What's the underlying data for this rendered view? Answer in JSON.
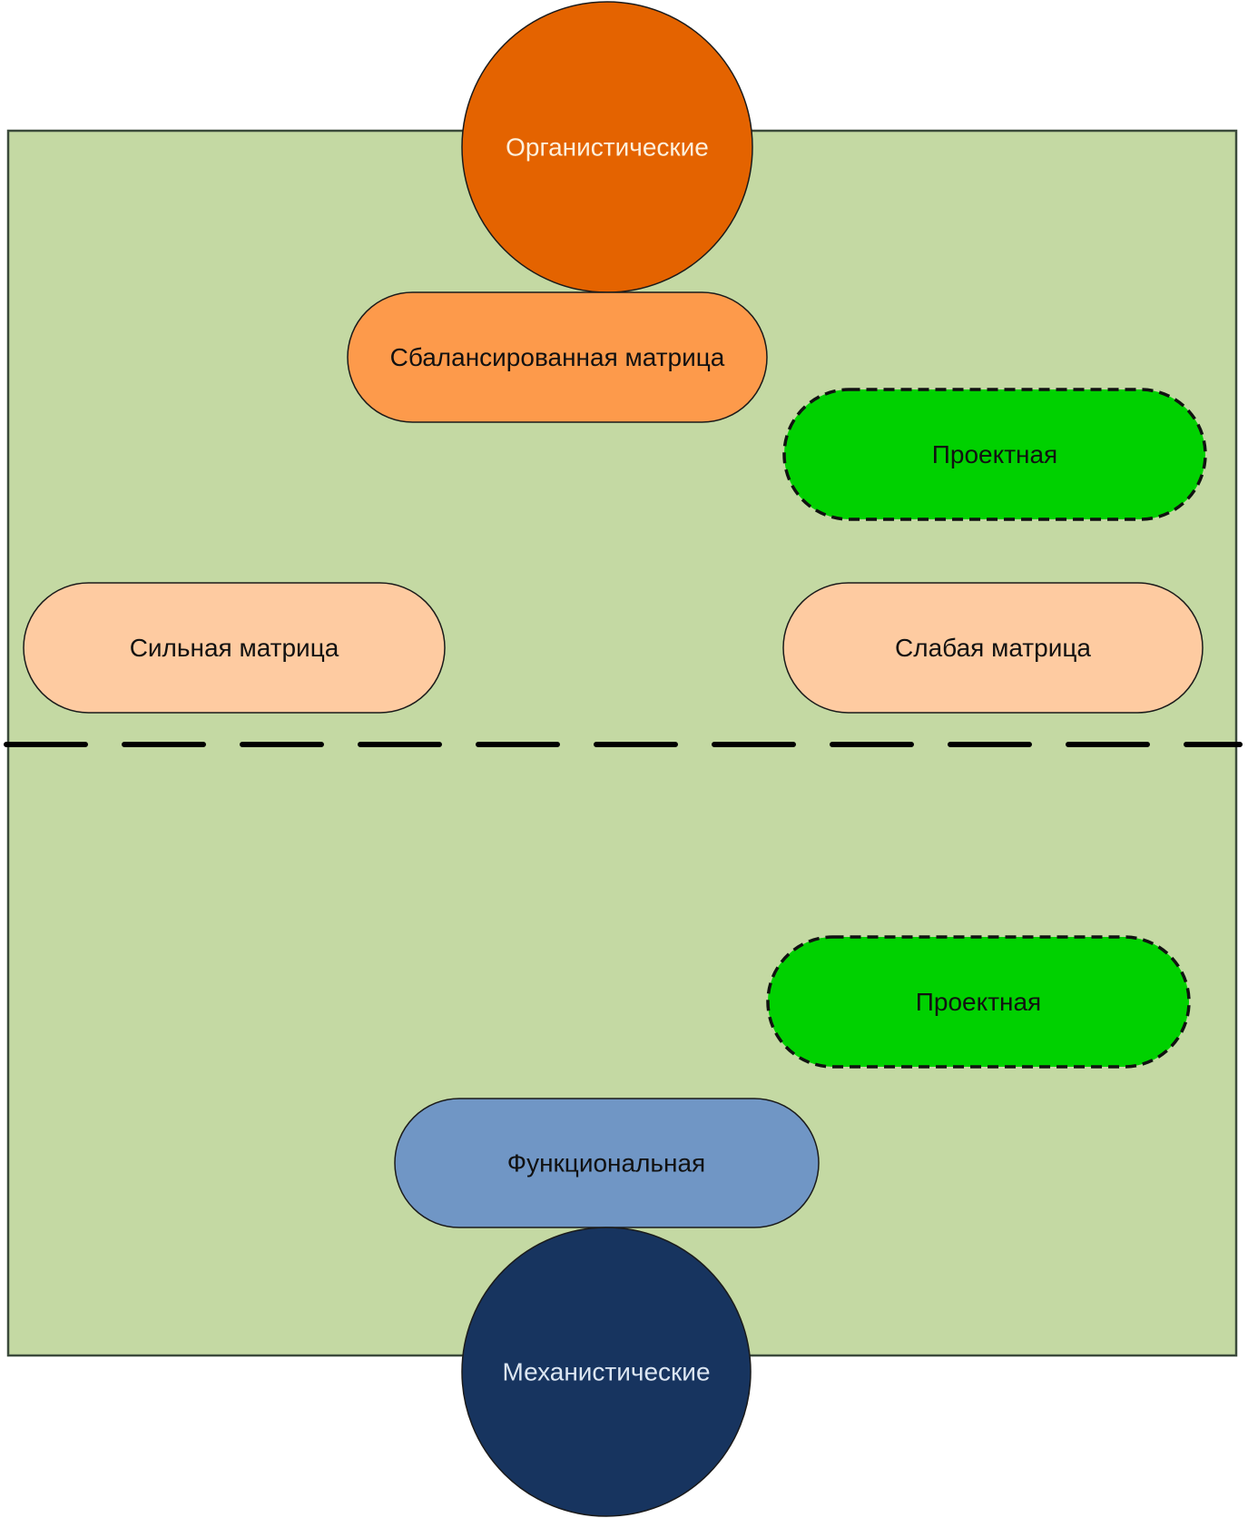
{
  "diagram": {
    "background_panel": {
      "fill": "#c4d9a3",
      "stroke": "#3b4a3b"
    },
    "divider": {
      "style": "dashed",
      "color": "#000000"
    },
    "poles": {
      "top": {
        "label": "Органистические",
        "fill": "#e46300",
        "text_color": "#fdf0dc"
      },
      "bottom": {
        "label": "Механистические",
        "fill": "#17345f",
        "text_color": "#dce6f2"
      }
    },
    "nodes": [
      {
        "id": "balanced",
        "label": "Сбалансированная матрица",
        "fill": "#fd9a4b",
        "border": "solid"
      },
      {
        "id": "project-upper",
        "label": "Проектная",
        "fill": "#00d100",
        "border": "dashed"
      },
      {
        "id": "strong",
        "label": "Сильная матрица",
        "fill": "#fecba1",
        "border": "solid"
      },
      {
        "id": "weak",
        "label": "Слабая матрица",
        "fill": "#fecba1",
        "border": "solid"
      },
      {
        "id": "project-lower",
        "label": "Проектная",
        "fill": "#00d100",
        "border": "dashed"
      },
      {
        "id": "functional",
        "label": "Функциональная",
        "fill": "#7096c5",
        "border": "solid"
      }
    ]
  }
}
